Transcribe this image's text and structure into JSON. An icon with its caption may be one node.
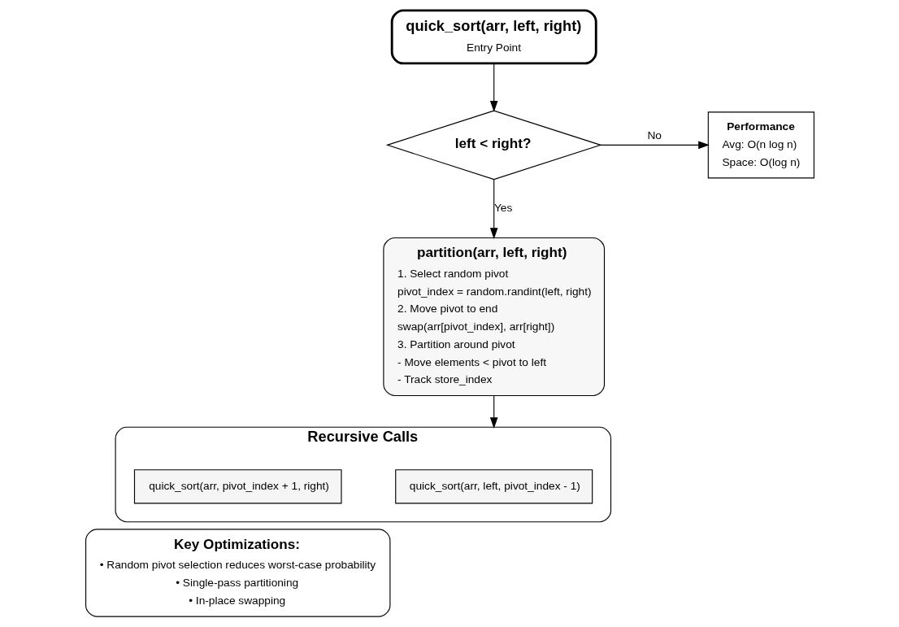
{
  "diagram": {
    "nodes": [
      {
        "text": [
          "quick_sort(arr, left, right)",
          "Entry Point"
        ]
      },
      {
        "text": [
          "left < right?"
        ]
      },
      {
        "text": [
          "Performance",
          "Avg: O(n log n)",
          "Space: O(log n)"
        ]
      },
      {
        "text": [
          "partition(arr, left, right)",
          "1. Select random pivot",
          "pivot_index = random.randint(left, right)",
          "2. Move pivot to end",
          "swap(arr[pivot_index], arr[right])",
          "3. Partition around pivot",
          "- Move elements < pivot to left",
          "- Track store_index"
        ]
      },
      {
        "text": [
          "Recursive Calls"
        ]
      },
      {
        "text": [
          "quick_sort(arr, left, pivot_index - 1)"
        ],
        "in": 4
      },
      {
        "text": [
          "quick_sort(arr, pivot_index + 1, right)"
        ],
        "in": 4
      },
      {
        "text": [
          "Key Optimizations:",
          "• Random pivot selection reduces worst-case probability",
          "• Single-pass partitioning",
          "• In-place swapping"
        ]
      }
    ],
    "edges": [
      {
        "from": 0,
        "to": 1,
        "arrow": "to"
      },
      {
        "from": 1,
        "to": 2,
        "arrow": "to",
        "label": "No"
      },
      {
        "from": 1,
        "to": 3,
        "arrow": "to",
        "label": "Yes"
      },
      {
        "from": 3,
        "to": 4,
        "arrow": "to"
      }
    ]
  }
}
